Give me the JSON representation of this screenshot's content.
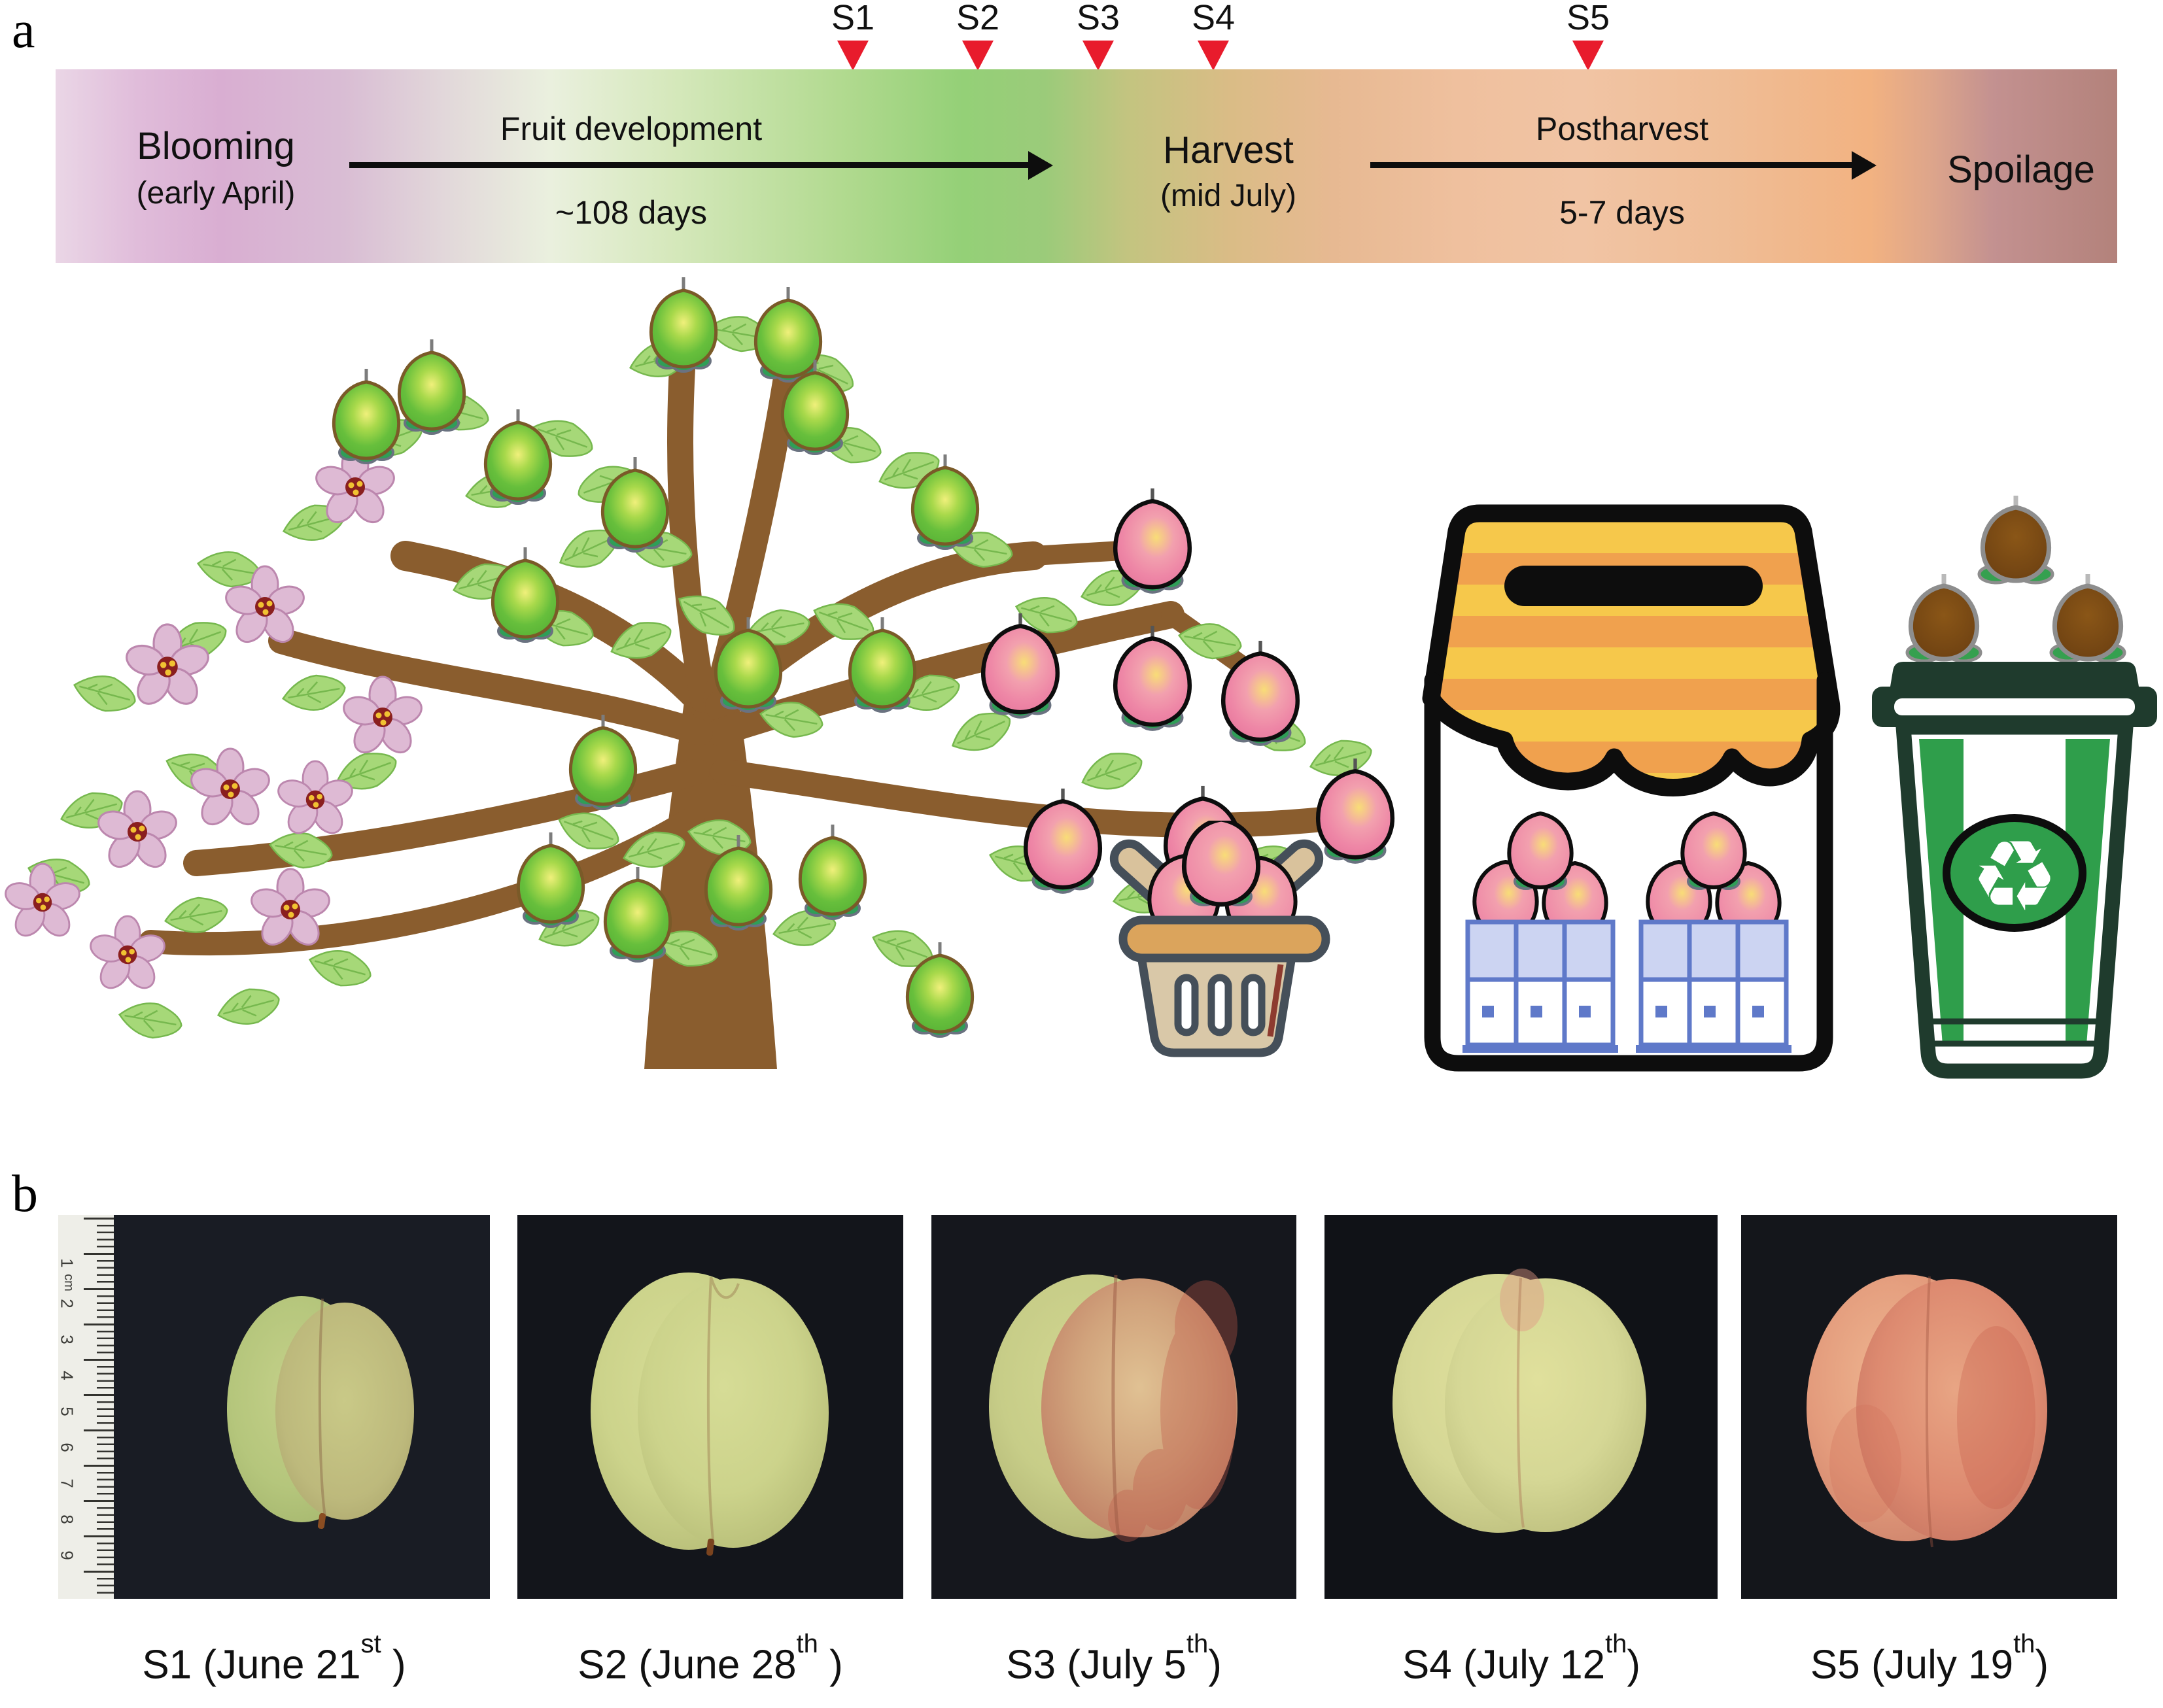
{
  "figure": {
    "panel_a_label": "a",
    "panel_b_label": "b"
  },
  "timeline": {
    "stages": [
      "S1",
      "S2",
      "S3",
      "S4",
      "S5"
    ],
    "marker_color": "#e81b2c",
    "phases": {
      "blooming": {
        "title": "Blooming",
        "subtitle": "(early April)"
      },
      "fruit_development": {
        "title": "Fruit development",
        "duration": "~108 days"
      },
      "harvest": {
        "title": "Harvest",
        "subtitle": "(mid July)"
      },
      "postharvest": {
        "title": "Postharvest",
        "duration": "5-7 days"
      },
      "spoilage": {
        "title": "Spoilage"
      }
    },
    "bar_gradient": [
      "#ead6e6",
      "#d9aed2",
      "#eaf0de",
      "#b2da90",
      "#94d077",
      "#c3c480",
      "#dabc86",
      "#efc09e",
      "#f2b281",
      "#c39190",
      "#b3827b"
    ]
  },
  "icons": {
    "recycle": "♻"
  },
  "ruler": {
    "numbers": [
      "1",
      "2",
      "3",
      "4",
      "5",
      "6",
      "7",
      "8",
      "9"
    ],
    "unit": "cm"
  },
  "photos": [
    {
      "stage": "S1",
      "label_prefix": "S1 (June 21",
      "label_sup": "st",
      "label_suffix": " )"
    },
    {
      "stage": "S2",
      "label_prefix": "S2 (June 28",
      "label_sup": "th",
      "label_suffix": " )"
    },
    {
      "stage": "S3",
      "label_prefix": "S3 (July 5",
      "label_sup": "th",
      "label_suffix": ")"
    },
    {
      "stage": "S4",
      "label_prefix": "S4 (July 12",
      "label_sup": "th",
      "label_suffix": ")"
    },
    {
      "stage": "S5",
      "label_prefix": "S5 (July 19",
      "label_sup": "th",
      "label_suffix": ")"
    }
  ]
}
